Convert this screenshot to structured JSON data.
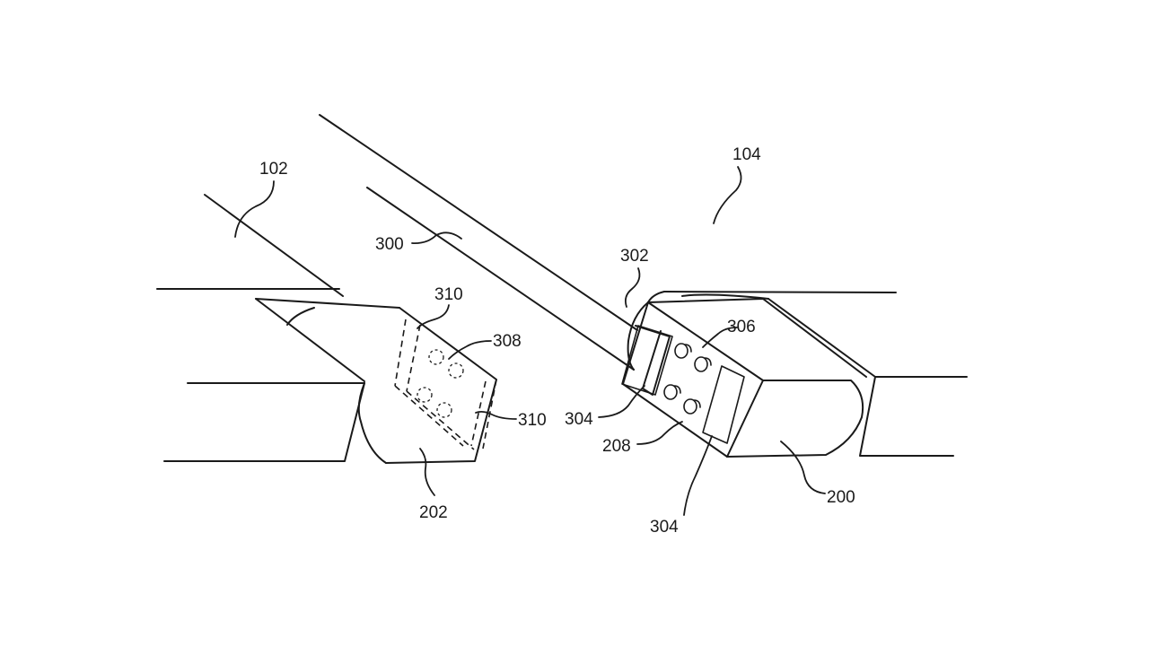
{
  "figure": {
    "labels": {
      "l102": "102",
      "l104": "104",
      "l300": "300",
      "l302": "302",
      "l310a": "310",
      "l310b": "310",
      "l308": "308",
      "l306": "306",
      "l304a": "304",
      "l304b": "304",
      "l208": "208",
      "l202": "202",
      "l200": "200"
    },
    "colors": {
      "ink": "#1a1a1a",
      "background": "#ffffff"
    }
  }
}
